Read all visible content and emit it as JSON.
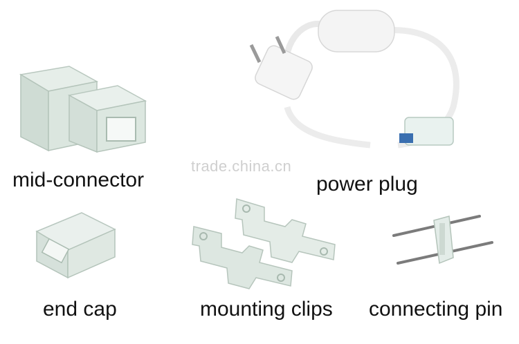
{
  "captions": {
    "mid_connector": "mid-connector",
    "power_plug": "power plug",
    "end_cap": "end cap",
    "mounting_clips": "mounting clips",
    "connecting_pin": "connecting pin"
  },
  "watermark": "trade.china.cn",
  "colors": {
    "caption_text": "#111111",
    "watermark_text": "#cfcfcf",
    "plastic_clear": "#d9e6df",
    "cable_white": "#f2f2f2"
  }
}
